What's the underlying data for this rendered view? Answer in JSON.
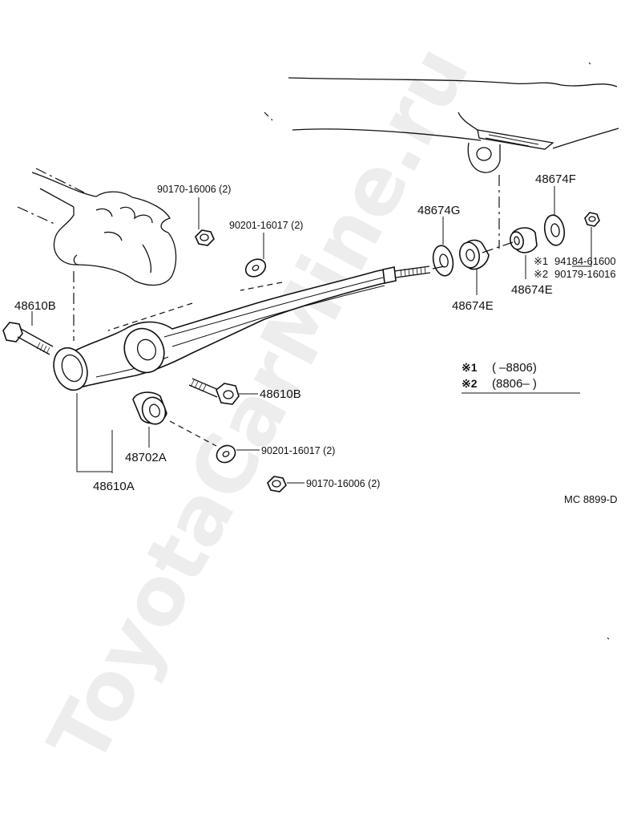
{
  "labels": {
    "nut_top": "90170-16006 (2)",
    "washer_top": "90201-16017 (2)",
    "bolt_left": "48610B",
    "bolt_right": "48610B",
    "bushing_arm": "48702A",
    "arm": "48610A",
    "washer_bottom": "90201-16017 (2)",
    "nut_bottom": "90170-16006 (2)",
    "retainer_g": "48674G",
    "retainer_f": "48674F",
    "bushing_e1": "48674E",
    "bushing_e2": "48674E",
    "nut_alt1": "94184-61600",
    "nut_alt2": "90179-16016",
    "mark1": "※1",
    "mark2": "※2"
  },
  "notes": {
    "row1_mark": "※1",
    "row1_range": "(        –8806)",
    "row2_mark": "※2",
    "row2_range": "(8806–         )"
  },
  "diagram_code": "MC  8899-D",
  "watermark": "ToyotaCarMine.ru"
}
